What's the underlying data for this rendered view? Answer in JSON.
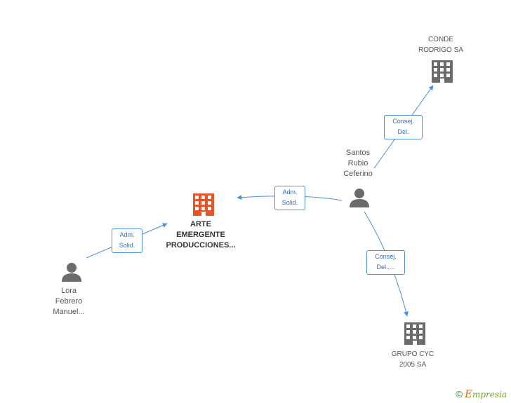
{
  "nodes": {
    "main": {
      "lines": [
        "ARTE",
        "EMERGENTE",
        "PRODUCCIONES..."
      ],
      "color": "#e8542a"
    },
    "conde": {
      "lines": [
        "CONDE",
        "RODRIGO SA"
      ]
    },
    "santos": {
      "lines": [
        "Santos",
        "Rubio",
        "Ceferino"
      ]
    },
    "lora": {
      "lines": [
        "Lora",
        "Febrero",
        "Manuel..."
      ]
    },
    "grupo": {
      "lines": [
        "GRUPO CYC",
        "2005 SA"
      ]
    }
  },
  "edges": {
    "lora_main": {
      "lines": [
        "Adm.",
        "Solid."
      ]
    },
    "santos_main": {
      "lines": [
        "Adm.",
        "Solid."
      ]
    },
    "santos_conde": {
      "lines": [
        "Consej.",
        "Del."
      ]
    },
    "santos_grupo": {
      "lines": [
        "Consej.",
        "Del.,..."
      ]
    }
  },
  "colors": {
    "edge": "#4a90e2",
    "company_icon": "#6b6b6b",
    "person_icon": "#6b6b6b",
    "main_icon": "#e8542a"
  },
  "footer": {
    "copyright": "©",
    "brand_initial": "E",
    "brand_rest": "mpresia"
  }
}
